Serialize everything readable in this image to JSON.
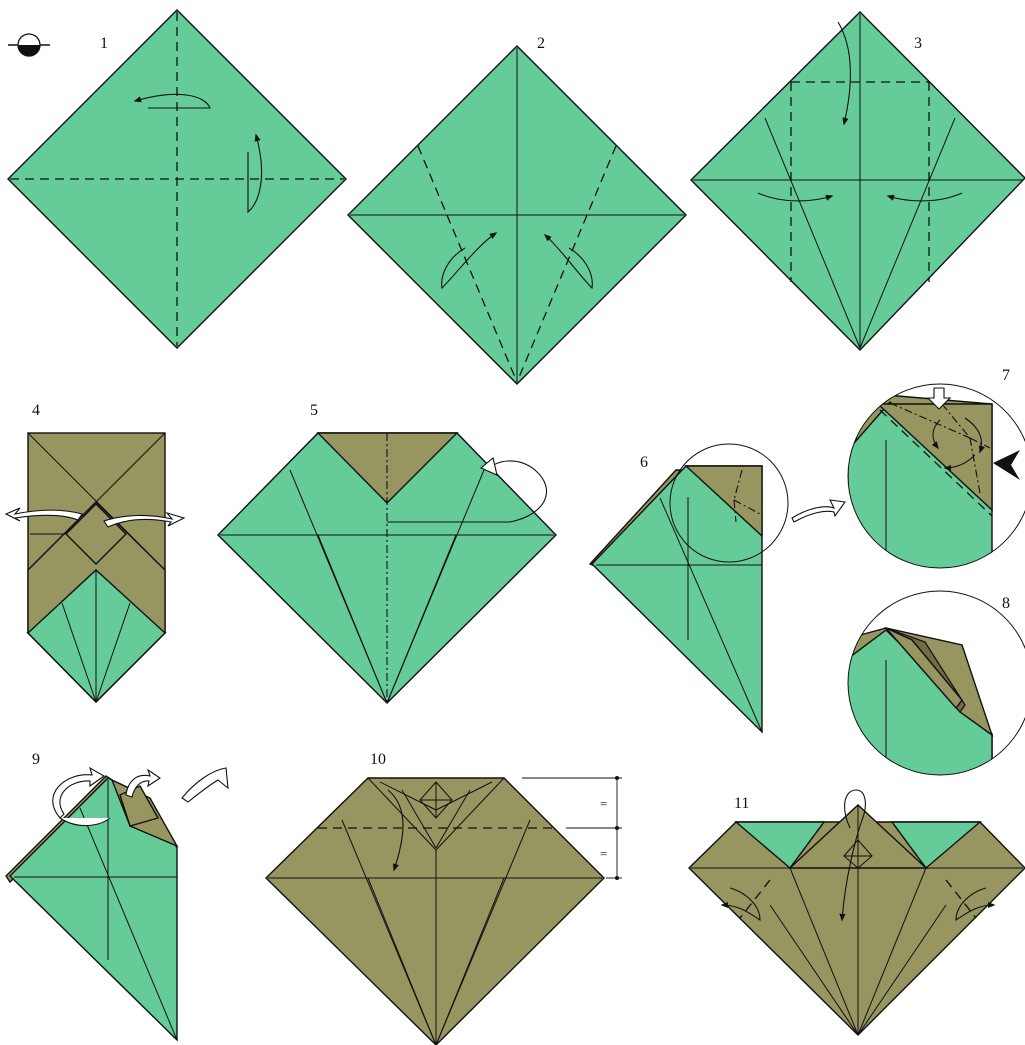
{
  "steps": [
    {
      "id": 1,
      "label": "1"
    },
    {
      "id": 2,
      "label": "2"
    },
    {
      "id": 3,
      "label": "3"
    },
    {
      "id": 4,
      "label": "4"
    },
    {
      "id": 5,
      "label": "5"
    },
    {
      "id": 6,
      "label": "6"
    },
    {
      "id": 7,
      "label": "7"
    },
    {
      "id": 8,
      "label": "8"
    },
    {
      "id": 9,
      "label": "9"
    },
    {
      "id": 10,
      "label": "10"
    },
    {
      "id": 11,
      "label": "11"
    }
  ],
  "equal_marks": [
    "=",
    "="
  ],
  "colors": {
    "front": "#65CC99",
    "back": "#979560",
    "line": "#111111"
  },
  "icons": {
    "orientation": "color-side-down-symbol-icon",
    "push": "push-arrow-icon",
    "squash": "squash-arrowhead-icon",
    "zoom": "zoom-view-arrow-icon"
  }
}
